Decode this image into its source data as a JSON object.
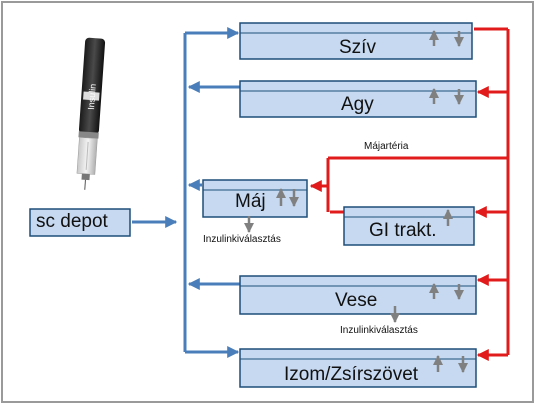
{
  "diagram": {
    "depot_label": "sc depot",
    "pen_label": "Insulin",
    "organs": {
      "heart": "Szív",
      "brain": "Agy",
      "liver": "Máj",
      "gi": "GI trakt.",
      "kidney": "Vese",
      "muscle_fat": "Izom/Zsírszövet"
    },
    "hepatic_artery_label": "Májartéria",
    "elimination_label_liver": "Inzulinkiválasztás",
    "elimination_label_kidney": "Inzulinkiválasztás"
  },
  "colors": {
    "venous_arrow": "#4a7ebb",
    "arterial_arrow": "#e11b1b",
    "box_fill": "#c6d9f1",
    "box_border": "#1f4e79",
    "up_down_arrow": "#808080"
  }
}
